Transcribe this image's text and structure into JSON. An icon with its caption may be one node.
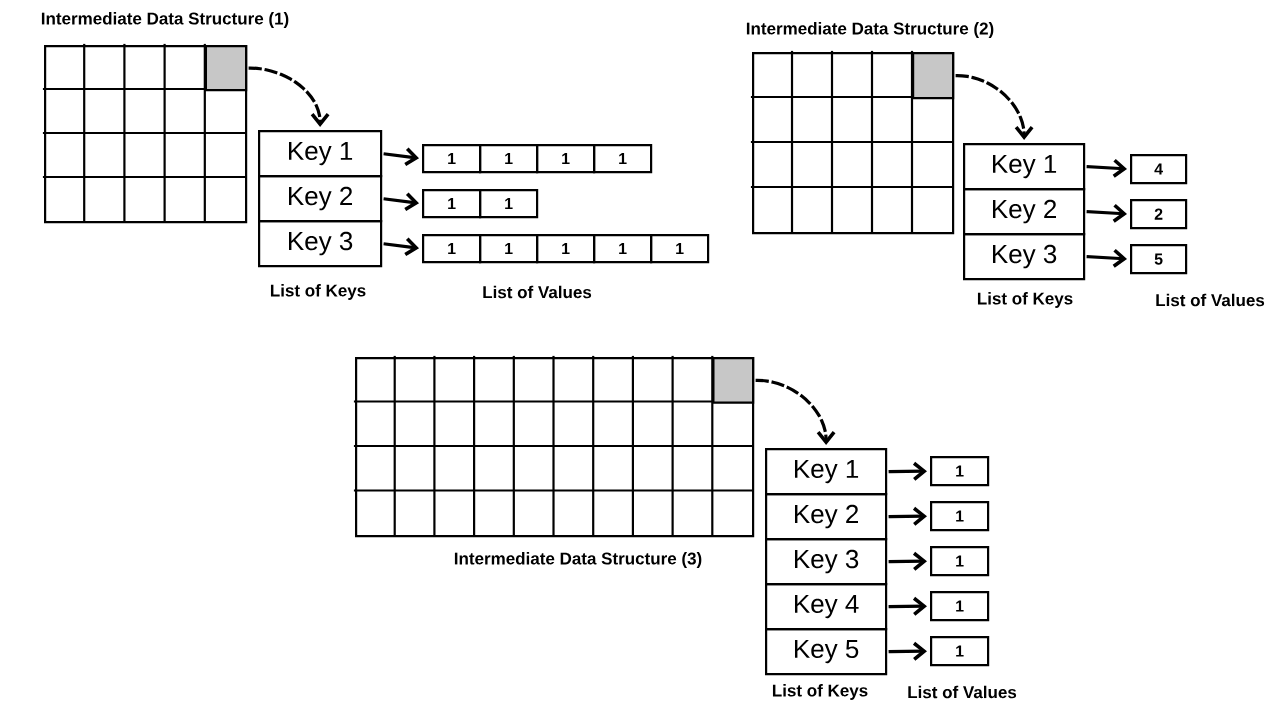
{
  "diagram": {
    "nodes": [
      {
        "text": [
          "Intermediate Data Structure (1)"
        ]
      },
      {
        "text": [],
        "shape": "box",
        "in": 0
      },
      {
        "text": [
          "Key 1"
        ]
      },
      {
        "text": [
          "Key 2"
        ]
      },
      {
        "text": [
          "Key 3"
        ]
      },
      {
        "text": [
          "1"
        ]
      },
      {
        "text": [
          "1"
        ]
      },
      {
        "text": [
          "1"
        ]
      },
      {
        "text": [
          "1"
        ]
      },
      {
        "text": [
          "1"
        ]
      },
      {
        "text": [
          "1"
        ]
      },
      {
        "text": [
          "1"
        ]
      },
      {
        "text": [
          "1"
        ]
      },
      {
        "text": [
          "1"
        ]
      },
      {
        "text": [
          "1"
        ]
      },
      {
        "text": [
          "1"
        ]
      },
      {
        "text": [
          "Intermediate Data Structure (2)"
        ]
      },
      {
        "text": [],
        "shape": "box",
        "in": 16
      },
      {
        "text": [
          "Key 1"
        ]
      },
      {
        "text": [
          "Key 2"
        ]
      },
      {
        "text": [
          "Key 3"
        ]
      },
      {
        "text": [
          "4"
        ]
      },
      {
        "text": [
          "2"
        ]
      },
      {
        "text": [
          "5"
        ]
      },
      {
        "text": [
          "Intermediate Data Structure (3)"
        ]
      },
      {
        "text": [],
        "shape": "box",
        "in": 24
      },
      {
        "text": [
          "Key 1"
        ]
      },
      {
        "text": [
          "Key 2"
        ]
      },
      {
        "text": [
          "Key 3"
        ]
      },
      {
        "text": [
          "Key 4"
        ]
      },
      {
        "text": [
          "Key 5"
        ]
      },
      {
        "text": [
          "1"
        ]
      },
      {
        "text": [
          "1"
        ]
      },
      {
        "text": [
          "1"
        ]
      },
      {
        "text": [
          "1"
        ]
      },
      {
        "text": [
          "1"
        ]
      }
    ],
    "edges": [
      {
        "from": 1,
        "to": 2,
        "arrow": "to",
        "style": "dashed"
      },
      {
        "from": 2,
        "to": 5,
        "arrow": "to"
      },
      {
        "from": 3,
        "to": 9,
        "arrow": "to"
      },
      {
        "from": 4,
        "to": 11,
        "arrow": "to"
      },
      {
        "from": 17,
        "to": 18,
        "arrow": "to",
        "style": "dashed"
      },
      {
        "from": 18,
        "to": 21,
        "arrow": "to"
      },
      {
        "from": 19,
        "to": 22,
        "arrow": "to"
      },
      {
        "from": 20,
        "to": 23,
        "arrow": "to"
      },
      {
        "from": 25,
        "to": 26,
        "arrow": "to",
        "style": "dashed"
      },
      {
        "from": 26,
        "to": 31,
        "arrow": "to"
      },
      {
        "from": 27,
        "to": 32,
        "arrow": "to"
      },
      {
        "from": 28,
        "to": 33,
        "arrow": "to"
      },
      {
        "from": 29,
        "to": 34,
        "arrow": "to"
      },
      {
        "from": 30,
        "to": 35,
        "arrow": "to"
      }
    ],
    "labels": [
      "List of Keys",
      "List of Values",
      "List of Keys",
      "List of Values",
      "List of Keys",
      "List of Values"
    ]
  }
}
